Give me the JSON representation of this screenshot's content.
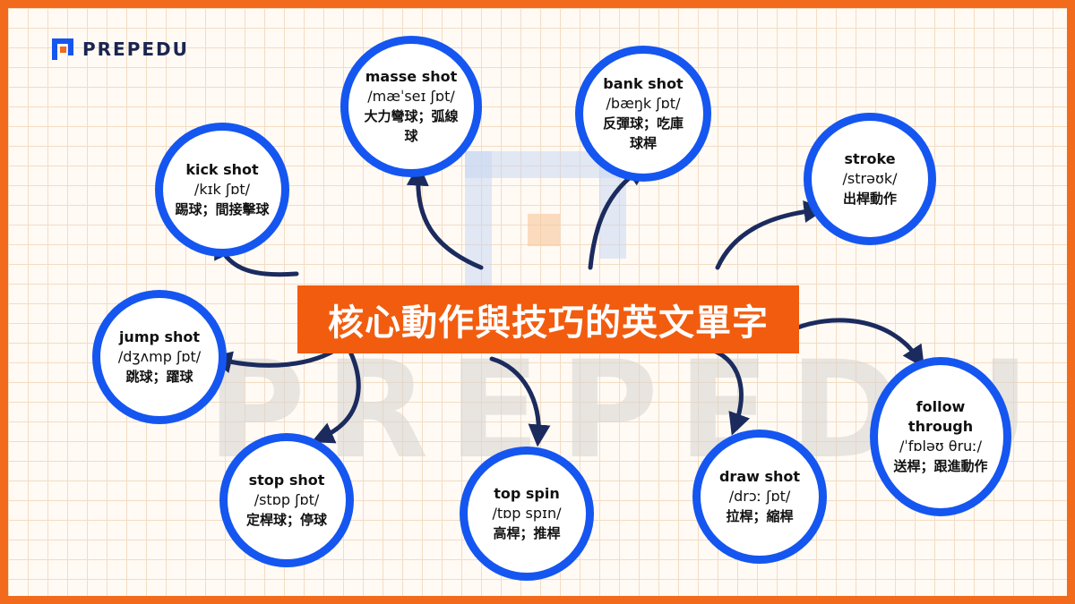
{
  "brand": {
    "name": "PREPEDU",
    "watermark": "PREPEDU"
  },
  "title": "核心動作與技巧的英文單字",
  "colors": {
    "frame": "#f26a1b",
    "title_bg": "#f25c0f",
    "circle": "#1556f0",
    "arrow": "#1b2b5e",
    "logo_blue": "#1556f0",
    "logo_orange": "#f26a1b"
  },
  "terms": [
    {
      "id": "kick",
      "term": "kick shot",
      "ipa": "/kɪk ʃɒt/",
      "zh": "踢球；間接擊球"
    },
    {
      "id": "masse",
      "term": "masse shot",
      "ipa": "/mæˈseɪ ʃɒt/",
      "zh": "大力彎球；弧線球"
    },
    {
      "id": "bank",
      "term": "bank shot",
      "ipa": "/bæŋk ʃɒt/",
      "zh": "反彈球；吃庫球桿"
    },
    {
      "id": "stroke",
      "term": "stroke",
      "ipa": "/strəʊk/",
      "zh": "出桿動作"
    },
    {
      "id": "jump",
      "term": "jump shot",
      "ipa": "/dʒʌmp ʃɒt/",
      "zh": "跳球；躍球"
    },
    {
      "id": "follow",
      "term": "follow through",
      "ipa": "/ˈfɒləʊ θruː/",
      "zh": "送桿；跟進動作"
    },
    {
      "id": "stop",
      "term": "stop shot",
      "ipa": "/stɒp ʃɒt/",
      "zh": "定桿球；停球"
    },
    {
      "id": "topspin",
      "term": "top spin",
      "ipa": "/tɒp spɪn/",
      "zh": "高桿；推桿"
    },
    {
      "id": "draw",
      "term": "draw shot",
      "ipa": "/drɔː ʃɒt/",
      "zh": "拉桿；縮桿"
    }
  ]
}
